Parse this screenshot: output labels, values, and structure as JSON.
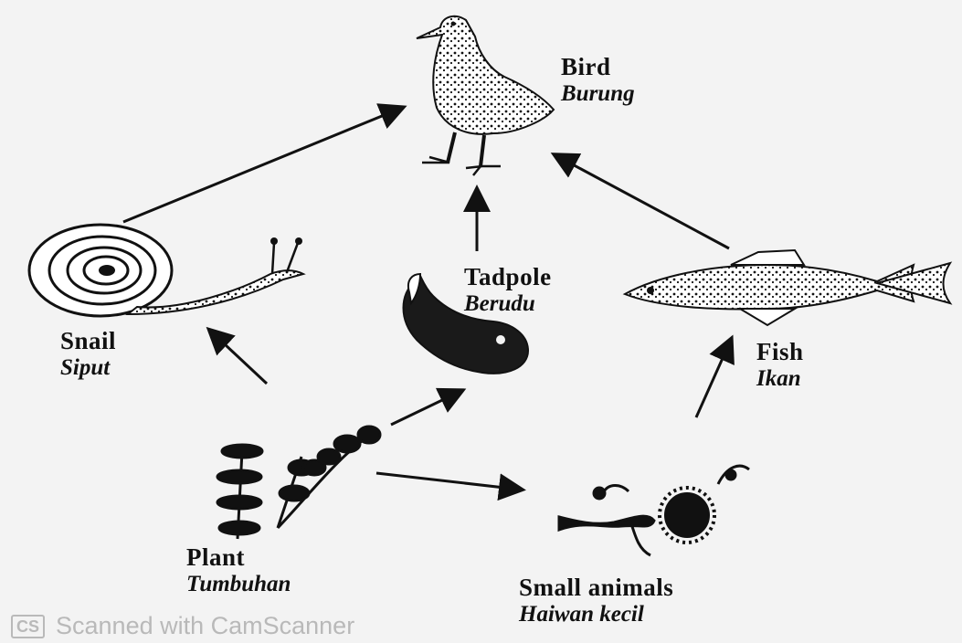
{
  "nodes": {
    "bird": {
      "en": "Bird",
      "ms": "Burung"
    },
    "snail": {
      "en": "Snail",
      "ms": "Siput"
    },
    "tadpole": {
      "en": "Tadpole",
      "ms": "Berudu"
    },
    "fish": {
      "en": "Fish",
      "ms": "Ikan"
    },
    "plant": {
      "en": "Plant",
      "ms": "Tumbuhan"
    },
    "small_animals": {
      "en": "Small animals",
      "ms": "Haiwan kecil"
    }
  },
  "edges": [
    {
      "from": "plant",
      "to": "snail"
    },
    {
      "from": "plant",
      "to": "tadpole"
    },
    {
      "from": "plant",
      "to": "small_animals"
    },
    {
      "from": "small_animals",
      "to": "fish"
    },
    {
      "from": "snail",
      "to": "bird"
    },
    {
      "from": "tadpole",
      "to": "bird"
    },
    {
      "from": "fish",
      "to": "bird"
    }
  ],
  "watermark": {
    "logo": "CS",
    "text": "Scanned with CamScanner"
  },
  "colors": {
    "ink": "#111111",
    "paper": "#f3f3f3",
    "watermark": "#b9b9b9"
  }
}
